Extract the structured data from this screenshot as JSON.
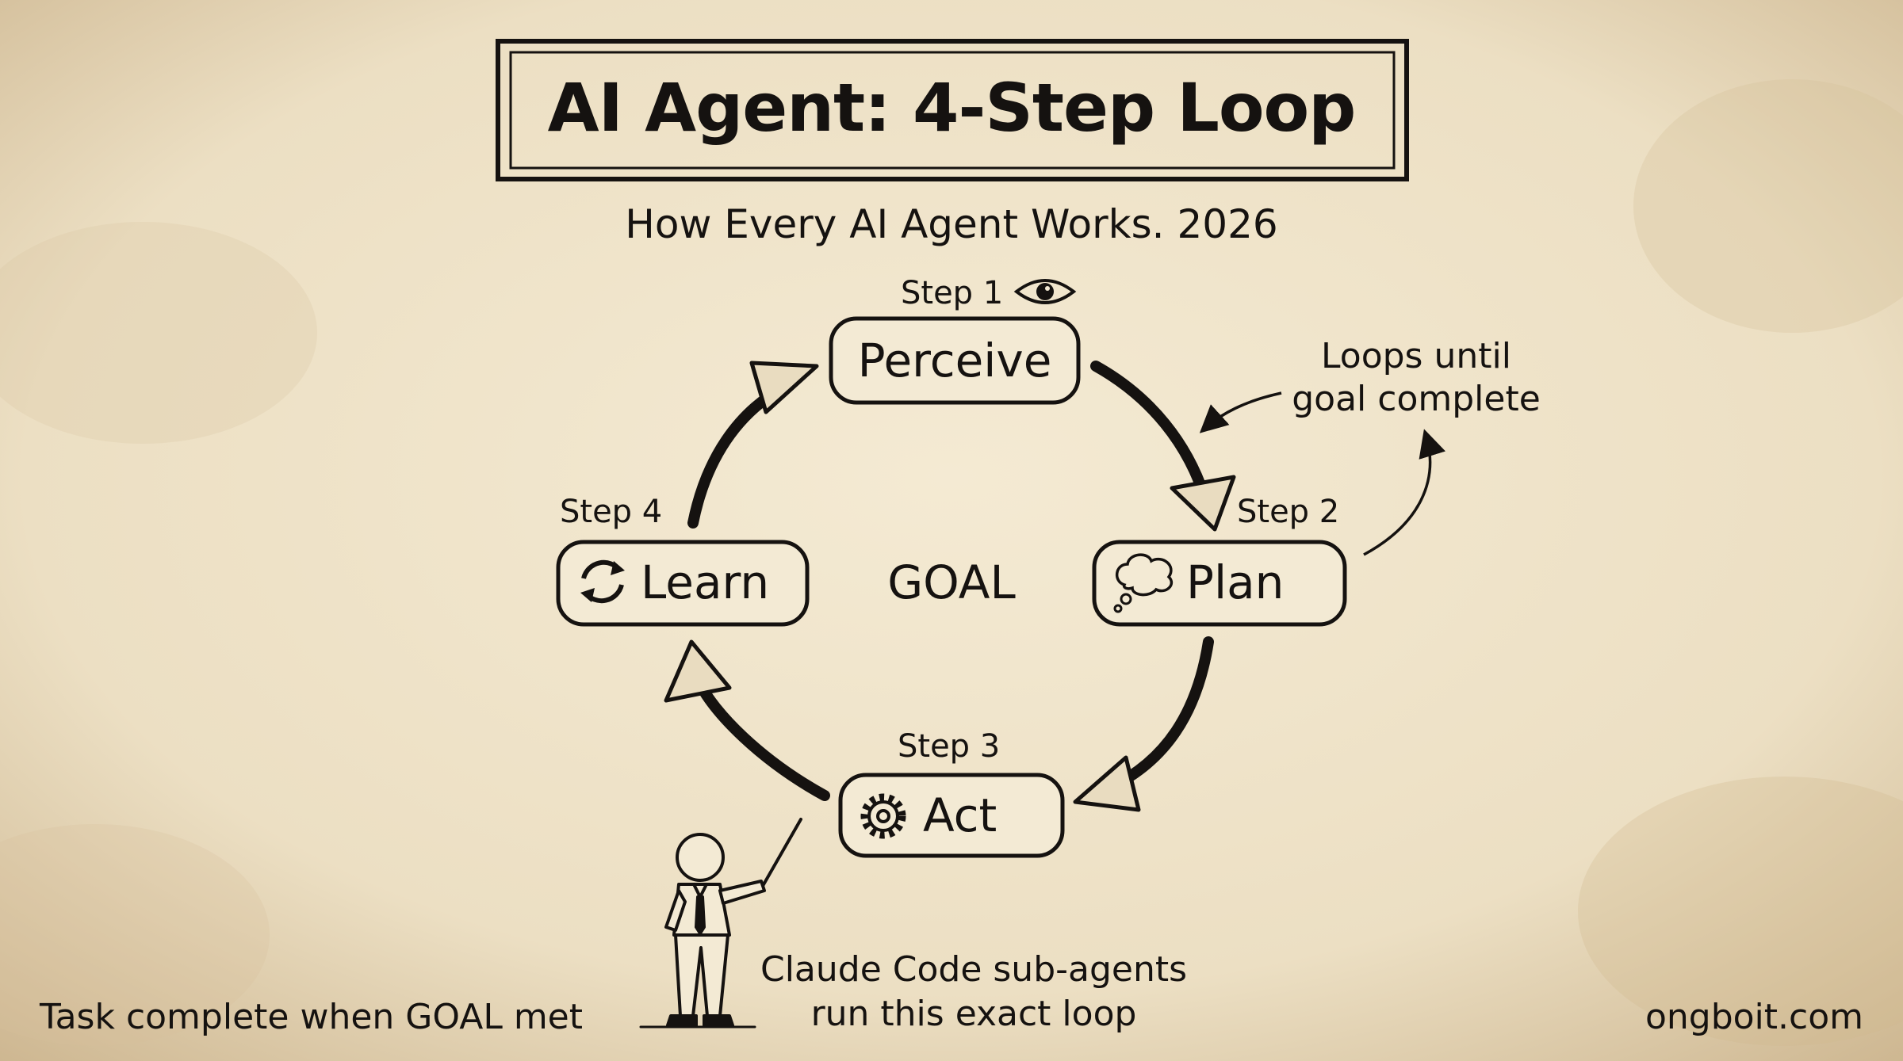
{
  "title": "AI Agent: 4-Step Loop",
  "subtitle": "How Every AI Agent Works. 2026",
  "center_label": "GOAL",
  "steps": [
    {
      "step_label": "Step 1",
      "name": "Perceive",
      "icon": "eye-icon"
    },
    {
      "step_label": "Step 2",
      "name": "Plan",
      "icon": "thought-bubble-icon"
    },
    {
      "step_label": "Step 3",
      "name": "Act",
      "icon": "gear-icon"
    },
    {
      "step_label": "Step 4",
      "name": "Learn",
      "icon": "refresh-icon"
    }
  ],
  "loop_note": {
    "line1": "Loops until",
    "line2": "goal complete"
  },
  "presenter_note": {
    "line1": "Claude Code sub-agents",
    "line2": "run this exact loop"
  },
  "footer_left": "Task complete when GOAL met",
  "footer_right": "ongboit.com",
  "colors": {
    "paper": "#efe4cc",
    "ink": "#151210",
    "box_fill": "#f3ead4"
  }
}
